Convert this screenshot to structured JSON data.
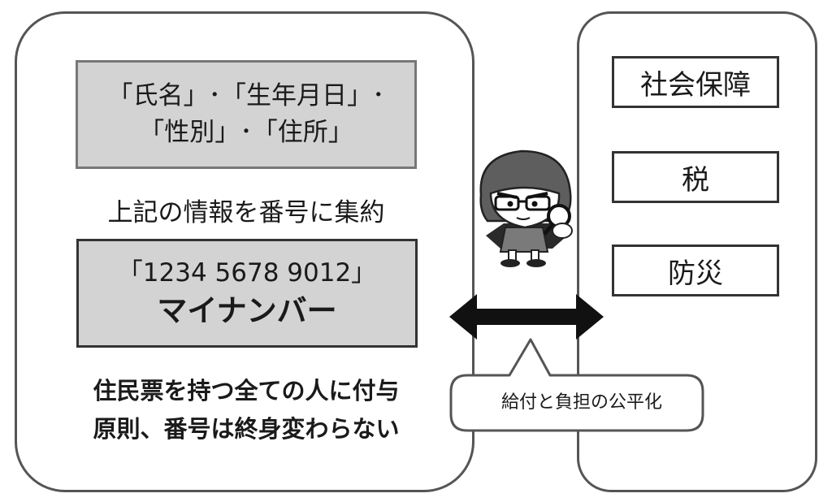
{
  "attributes": {
    "line1": "「氏名」･「生年月日」･",
    "line2": "「性別」･「住所」"
  },
  "aggregate_caption": "上記の情報を番号に集約",
  "my_number": {
    "sample_number": "「1234 5678 9012」",
    "name": "マイナンバー"
  },
  "rules": {
    "line1": "住民票を持つ全ての人に付与",
    "line2": "原則、番号は終身変わらない"
  },
  "uses": {
    "social_security": "社会保障",
    "tax": "税",
    "disaster": "防災"
  },
  "link_caption": "給付と負担の公平化",
  "icons": {
    "mascot": "detective-mascot-icon",
    "arrow": "double-arrow-icon"
  },
  "colors": {
    "box_fill": "#d3d3d3",
    "outline": "#555555"
  }
}
